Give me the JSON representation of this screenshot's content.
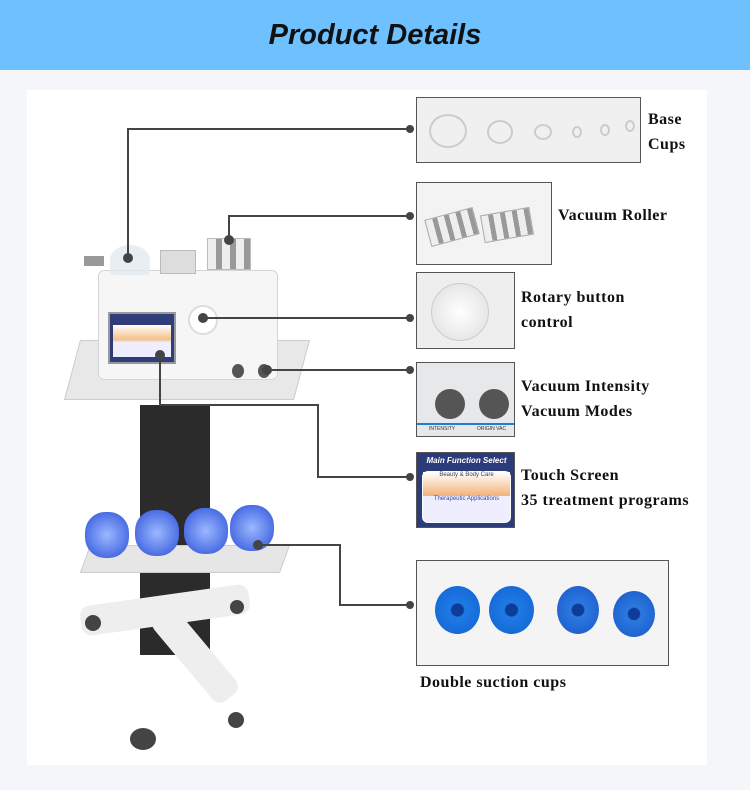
{
  "header": {
    "title": "Product Details"
  },
  "callouts": [
    {
      "label_lines": [
        "Base",
        "Cups"
      ]
    },
    {
      "label_lines": [
        "Vacuum Roller"
      ]
    },
    {
      "label_lines": [
        "Rotary button",
        "control"
      ]
    },
    {
      "label_lines": [
        "Vacuum Intensity",
        "Vacuum Modes"
      ]
    },
    {
      "label_lines": [
        "Touch Screen",
        "35 treatment programs"
      ]
    },
    {
      "label_lines": [
        "Double suction cups"
      ]
    }
  ],
  "thumbs": {
    "knob_labels": [
      "INTENSITY",
      "ORIGIN VAC"
    ],
    "screen_title": "Main Function Select",
    "screen_options": [
      "Beauty & Body Care",
      "Therapeutic Applications"
    ]
  },
  "colors": {
    "header": "#6ec0ff",
    "cup_blue": "#1f6fd6",
    "line": "#444444"
  }
}
